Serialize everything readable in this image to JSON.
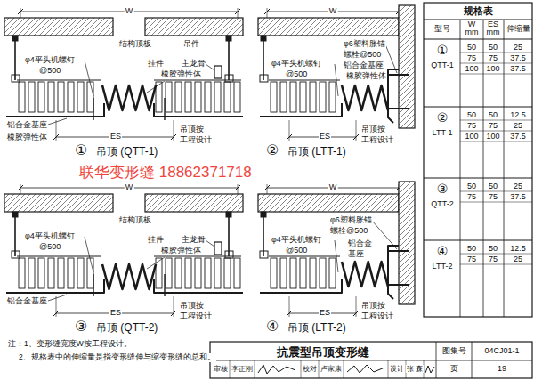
{
  "diagram": {
    "title": "抗震型吊顶变形缝",
    "labels": [
      "W",
      "结构顶板",
      "吊件",
      "φ4平头机螺钉",
      "@500",
      "挂件",
      "主龙骨",
      "橡胶弹性体",
      "铝合金基座",
      "橡胶弹性体",
      "ES",
      "吊顶按",
      "工程设计",
      "①",
      "吊顶 (QTT-1)",
      "W",
      "φ6塑料胀锚",
      "螺栓@500",
      "铝合金基座",
      "φ4平头机螺钉",
      "@500",
      "橡胶弹性体",
      "ES",
      "吊顶按",
      "工程设计",
      "②",
      "吊顶 (LTT-1)",
      "W",
      "结构顶板",
      "φ4平头机螺钉",
      "@500",
      "挂件",
      "主龙骨",
      "橡胶弹性体",
      "铝合金基座",
      "ES",
      "吊顶按",
      "工程设计",
      "③",
      "吊顶 (QTT-2)",
      "W",
      "φ6塑料胀锚",
      "螺栓@500",
      "铝合金",
      "基座",
      "φ4平头机螺钉",
      "@500",
      "ES",
      "吊顶按",
      "工程设计",
      "④",
      "吊顶 (LTT-2)",
      "联华变形缝 18862371718",
      "规格表",
      "型号",
      "W mm",
      "ES mm",
      "伸缩量",
      "①",
      "QTT-1",
      "50",
      "50",
      "25",
      "75",
      "75",
      "37.5",
      "100",
      "100",
      "37.5",
      "②",
      "LTT-1",
      "50",
      "50",
      "12.5",
      "75",
      "75",
      "25",
      "100",
      "100",
      "37.5",
      "③",
      "QTT-2",
      "50",
      "50",
      "25",
      "75",
      "75",
      "37.5",
      "④",
      "LTT-2",
      "50",
      "50",
      "12.5",
      "75",
      "75",
      "25",
      "注：1、变形缝宽度W按工程设计。",
      "2、规格表中的伸缩量是指变形缝伸与缩变形缝的总和。",
      "图集号",
      "04CJ01-1",
      "审核",
      "李正刚",
      "校对",
      "卢家康",
      "设计",
      "张 森",
      "页",
      "19"
    ]
  }
}
